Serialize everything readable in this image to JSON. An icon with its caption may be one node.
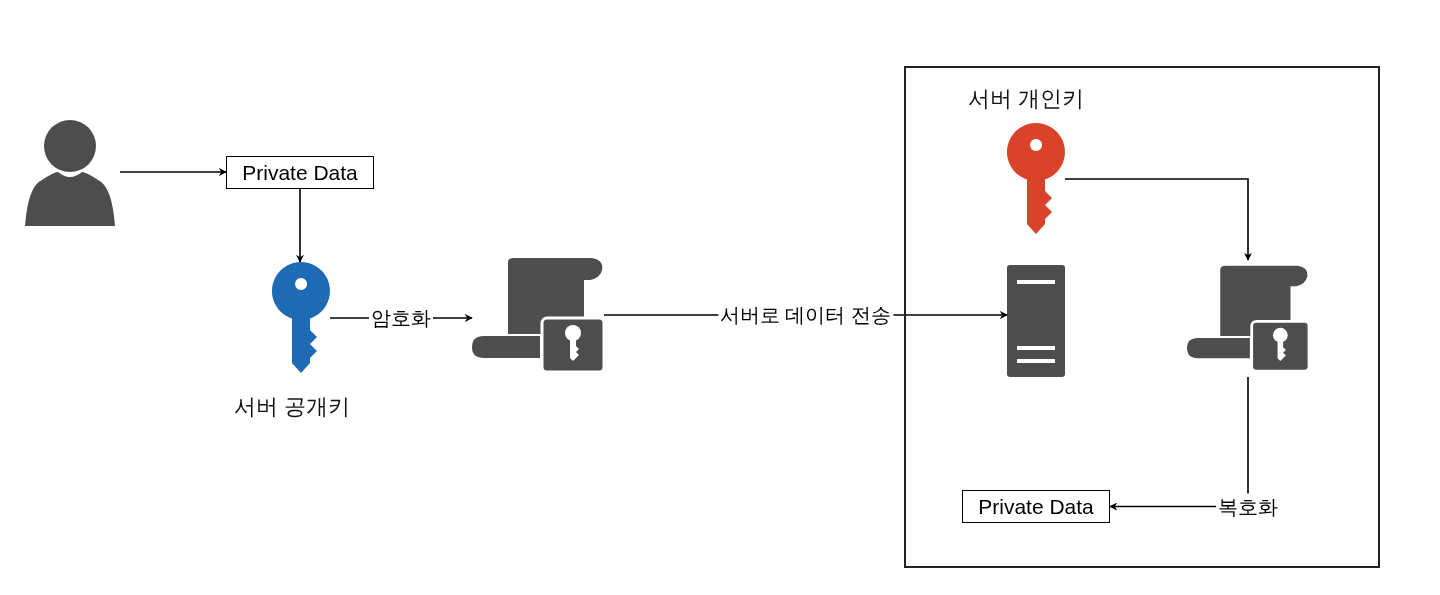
{
  "diagram": {
    "nodes": [
      {
        "text": [],
        "shape": "person"
      },
      {
        "text": [
          "Private Data"
        ]
      },
      {
        "text": [],
        "shape": "key",
        "beside": [
          "서버 공개키"
        ]
      },
      {
        "text": [],
        "shape": "document"
      },
      {
        "text": [],
        "shape": "box"
      },
      {
        "text": [],
        "shape": "key",
        "in": 4,
        "beside": [
          "서버 개인키"
        ]
      },
      {
        "text": [],
        "shape": "server",
        "in": 4
      },
      {
        "text": [],
        "shape": "document",
        "in": 4
      },
      {
        "text": [
          "Private Data"
        ],
        "in": 4
      }
    ],
    "edges": [
      {
        "from": 0,
        "to": 1,
        "arrow": "to"
      },
      {
        "from": 1,
        "to": 2,
        "arrow": "to"
      },
      {
        "from": 2,
        "to": 3,
        "arrow": "to",
        "label": "암호화"
      },
      {
        "from": 3,
        "to": 6,
        "arrow": "to",
        "label": "서버로 데이터 전송"
      },
      {
        "from": 5,
        "to": 7,
        "arrow": "to"
      },
      {
        "from": 7,
        "to": 8,
        "arrow": "to",
        "label": "복호화"
      }
    ]
  }
}
